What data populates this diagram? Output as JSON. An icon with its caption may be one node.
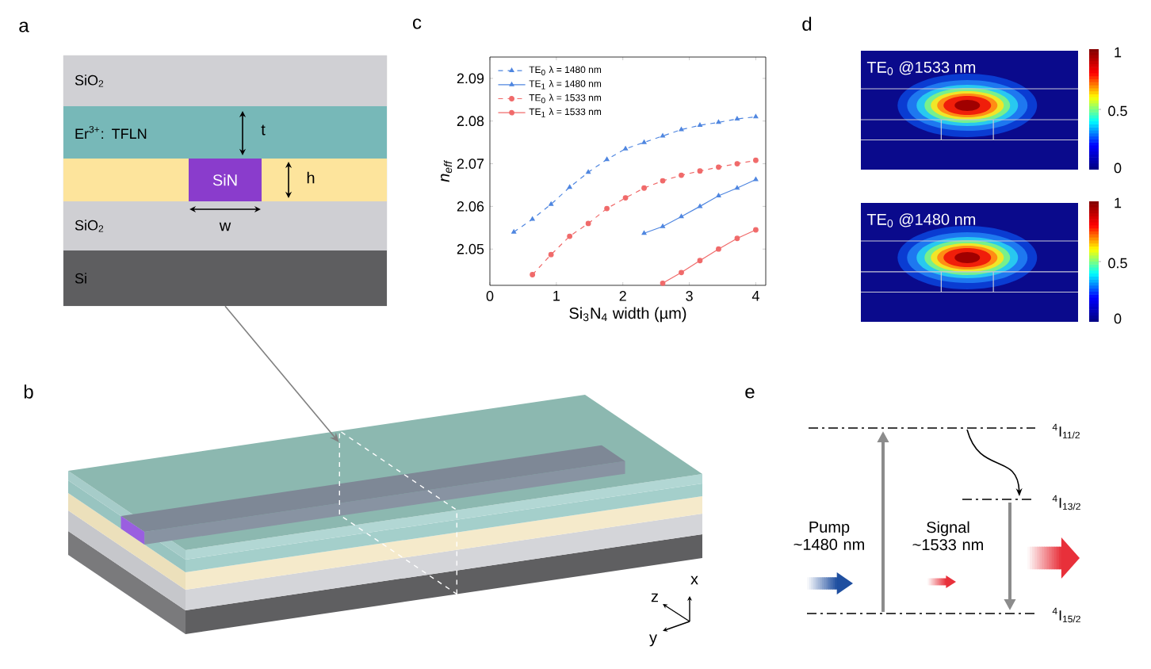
{
  "diagram": {
    "nodes": [
      {
        "text": [],
        "shape": "box"
      },
      {
        "text": [
          "SiO$_{2}$"
        ],
        "in": 0
      },
      {
        "text": [
          "Er$^{3+}$: TFLN"
        ],
        "in": 0
      },
      {
        "text": [],
        "shape": "box",
        "in": 0
      },
      {
        "text": [
          "SiN"
        ],
        "in": 3
      },
      {
        "text": [
          "SiO$_{2}$"
        ],
        "in": 0
      },
      {
        "text": [
          "Si"
        ],
        "in": 0
      },
      {
        "text": [],
        "shape": "box"
      }
    ],
    "edges": [
      {
        "from": 0,
        "to": 7,
        "arrow": "to"
      }
    ],
    "labels": [
      "a",
      "t",
      "h",
      "w",
      "b",
      "z",
      "x",
      "y",
      "c",
      "d",
      "TE$_{0}$ @1533 nm",
      "1",
      "0.5",
      "0",
      "TE$_{0}$ @1480 nm",
      "1",
      "0.5",
      "0",
      "e",
      "$^{4}$I$_{11/2}$",
      "$^{4}$I$_{13/2}$",
      "Pump ~1480 nm",
      "Signal ~1533 nm",
      "$^{4}$I$_{15/2}$"
    ],
    "chart_data": {
      "type": "line",
      "xlabel": "Si$_{3}$N$_{4}$ width (µm)",
      "ylabel": "n$_{eff}$",
      "x": [
        0.36,
        0.64,
        0.92,
        1.2,
        1.48,
        1.76,
        2.04,
        2.32,
        2.6,
        2.88,
        3.16,
        3.44,
        3.72,
        4.0
      ],
      "series": [
        {
          "name": "TE$_{0}$ λ = 1480 nm",
          "color": "#4f86e0",
          "line_style": "dashed",
          "marker": "triangle",
          "values": [
            2.054,
            2.057,
            2.0605,
            2.0645,
            2.068,
            2.071,
            2.0735,
            2.075,
            2.0765,
            2.078,
            2.079,
            2.0797,
            2.0805,
            2.081
          ]
        },
        {
          "name": "TE$_{1}$ λ = 1480 nm",
          "color": "#4f86e0",
          "line_style": "solid",
          "marker": "triangle",
          "values": [
            null,
            null,
            null,
            null,
            null,
            null,
            null,
            2.0537,
            2.0553,
            2.0576,
            2.06,
            2.0625,
            2.0643,
            2.0663
          ]
        },
        {
          "name": "TE$_{0}$ λ = 1533 nm",
          "color": "#f06a6a",
          "line_style": "dashed",
          "marker": "circle",
          "values": [
            null,
            2.044,
            2.0487,
            2.053,
            2.056,
            2.0595,
            2.062,
            2.0643,
            2.066,
            2.0673,
            2.0683,
            2.0692,
            2.07,
            2.0708
          ]
        },
        {
          "name": "TE$_{1}$ λ = 1533 nm",
          "color": "#f06a6a",
          "line_style": "solid",
          "marker": "circle",
          "values": [
            null,
            null,
            null,
            null,
            null,
            null,
            null,
            null,
            2.042,
            2.0445,
            2.0473,
            2.05,
            2.0525,
            2.0545
          ]
        }
      ],
      "legend": true,
      "xlim": [
        0,
        4.15
      ],
      "ylim": [
        2.0415,
        2.095
      ],
      "xticks": [
        0,
        1,
        2,
        3,
        4
      ],
      "yticks": [
        2.05,
        2.06,
        2.07,
        2.08,
        2.09
      ]
    }
  }
}
